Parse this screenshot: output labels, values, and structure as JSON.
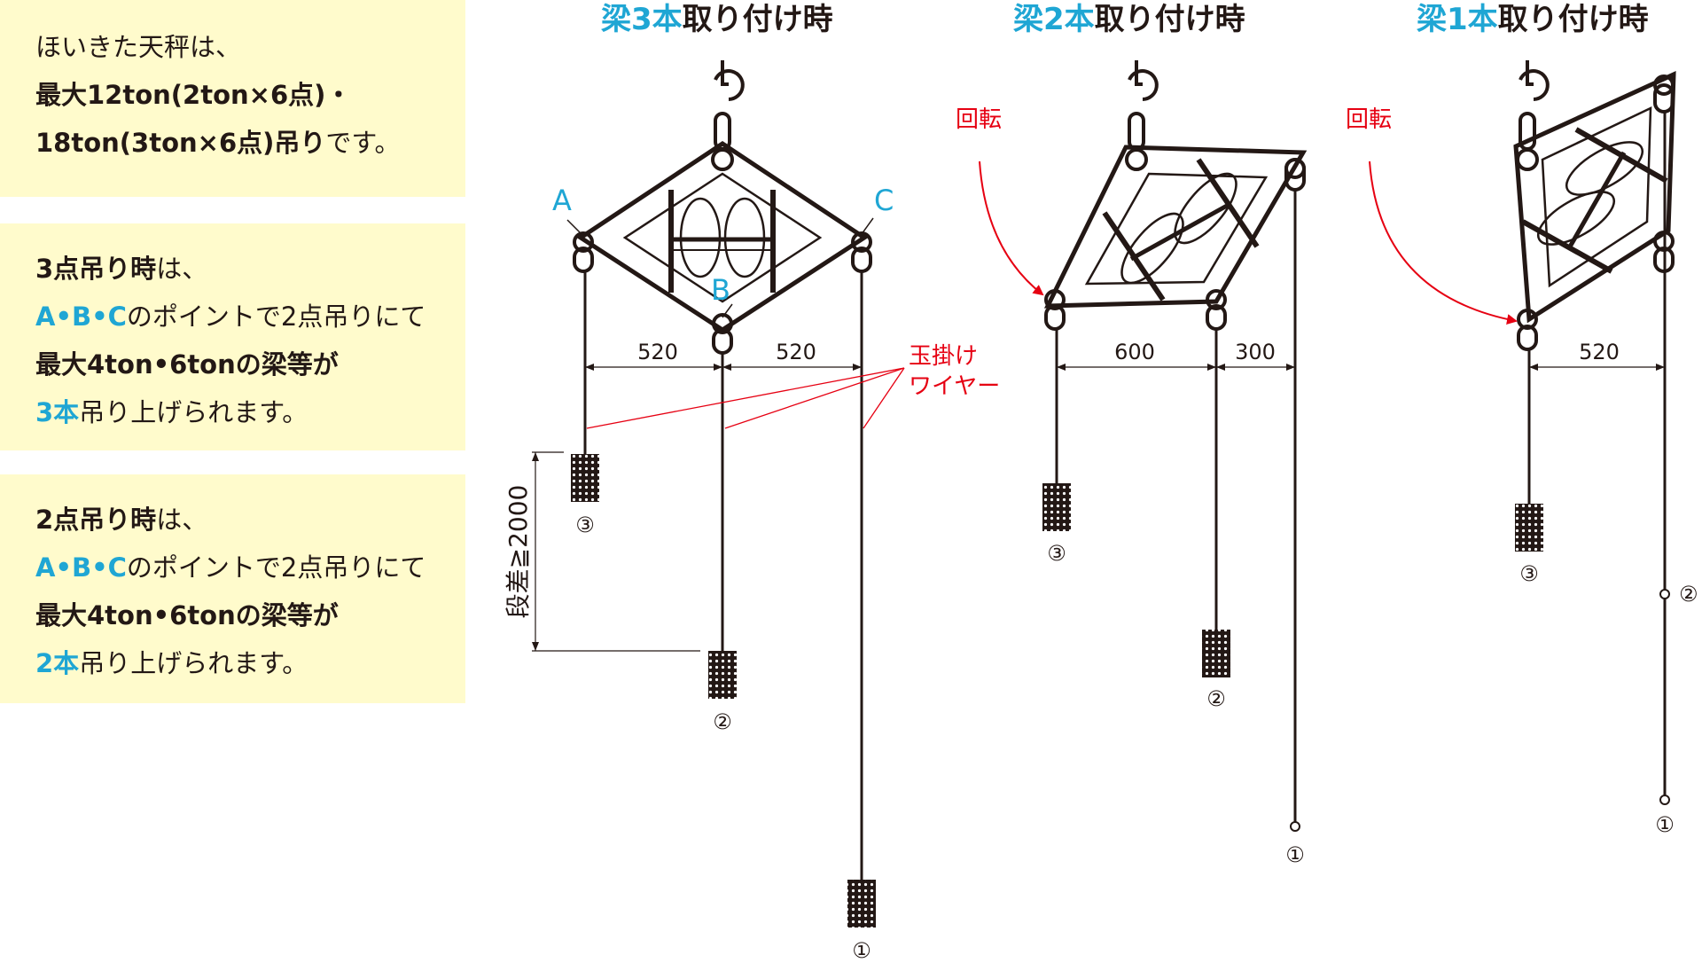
{
  "panel1": {
    "line1": "ほいきた天秤は、",
    "line2": "最大12ton(2ton×6点)・",
    "line3a": "18ton(3ton×6点)吊り",
    "line3b": "です。"
  },
  "panel2": {
    "line1a": "3点吊り時",
    "line1b": "は、",
    "line2a": "A•B•C",
    "line2b": "のポイントで2点吊りにて",
    "line3": "最大4ton•6tonの梁等が",
    "line4a": "3本",
    "line4b": "吊り上げられます。"
  },
  "panel3": {
    "line1a": "2点吊り時",
    "line1b": "は、",
    "line2a": "A•B•C",
    "line2b": "のポイントで2点吊りにて",
    "line3": "最大4ton•6tonの梁等が",
    "line4a": "2本",
    "line4b": "吊り上げられます。"
  },
  "diagram3": {
    "title_hl": "梁3本",
    "title": "取り付け時",
    "label_a": "A",
    "label_b": "B",
    "label_c": "C",
    "dim_left": "520",
    "dim_right": "520",
    "wire_label_1": "玉掛け",
    "wire_label_2": "ワイヤー",
    "height_dim": "段差≧2000",
    "load1": "①",
    "load2": "②",
    "load3": "③"
  },
  "diagram2": {
    "title_hl": "梁2本",
    "title": "取り付け時",
    "rotation": "回転",
    "dim_left": "600",
    "dim_right": "300",
    "load1": "①",
    "load2": "②",
    "load3": "③"
  },
  "diagram1": {
    "title_hl": "梁1本",
    "title": "取り付け時",
    "rotation": "回転",
    "dim": "520",
    "load1": "①",
    "load2": "②",
    "load3": "③"
  },
  "colors": {
    "accent": "#1fa6d4",
    "red": "#e60012",
    "panel": "#fffbcc",
    "ink": "#231815"
  }
}
